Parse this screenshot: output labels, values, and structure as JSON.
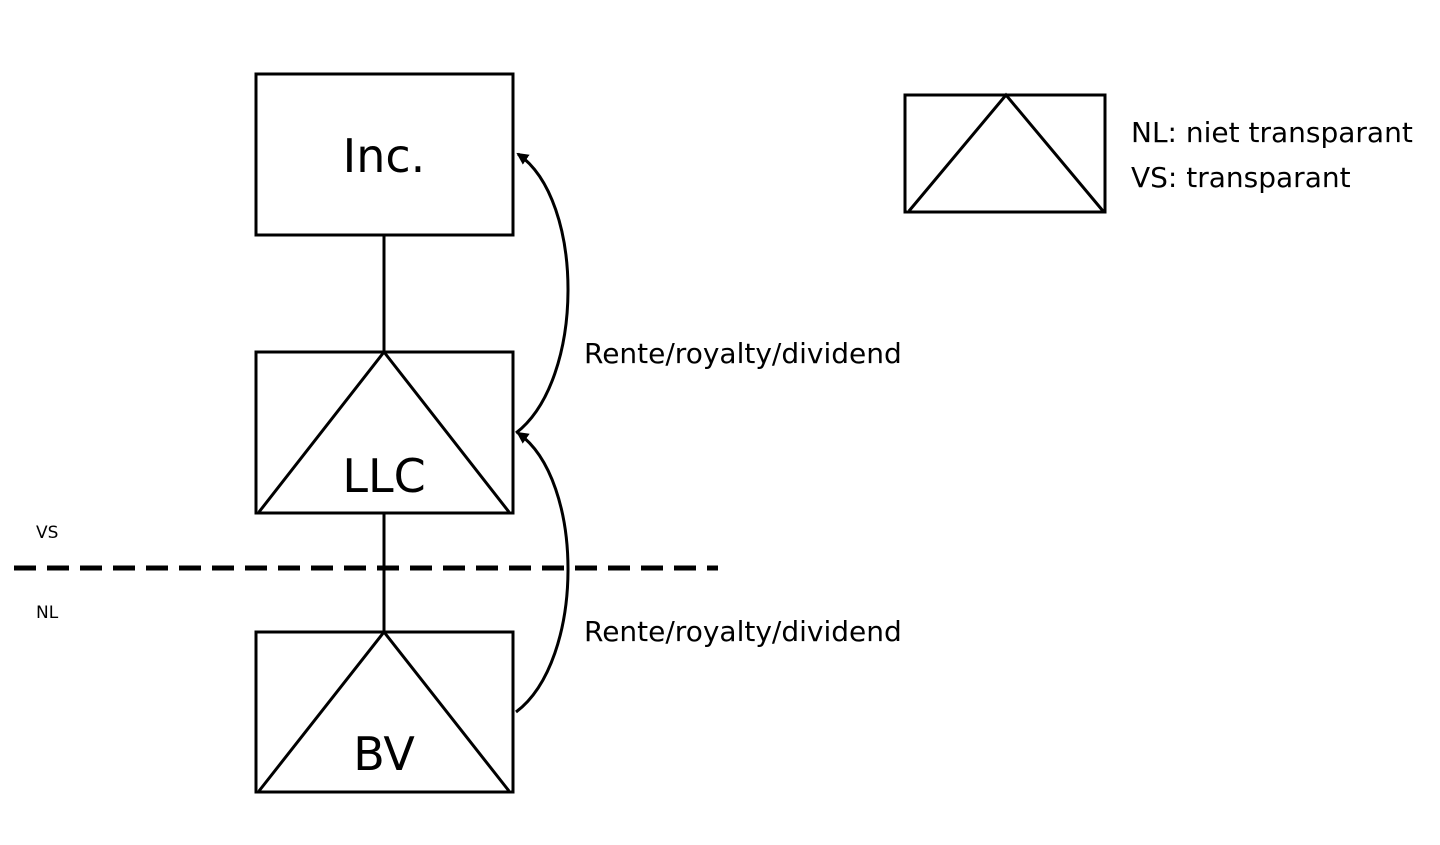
{
  "entities": {
    "inc": {
      "label": "Inc."
    },
    "llc": {
      "label": "LLC"
    },
    "bv": {
      "label": "BV"
    }
  },
  "flows": {
    "top": {
      "label": "Rente/royalty/dividend"
    },
    "bottom": {
      "label": "Rente/royalty/dividend"
    }
  },
  "border": {
    "upper_label": "VS",
    "lower_label": "NL"
  },
  "legend": {
    "line1": "NL: niet transparant",
    "line2": "VS: transparant"
  },
  "colors": {
    "stroke": "#000000",
    "background": "#ffffff"
  }
}
